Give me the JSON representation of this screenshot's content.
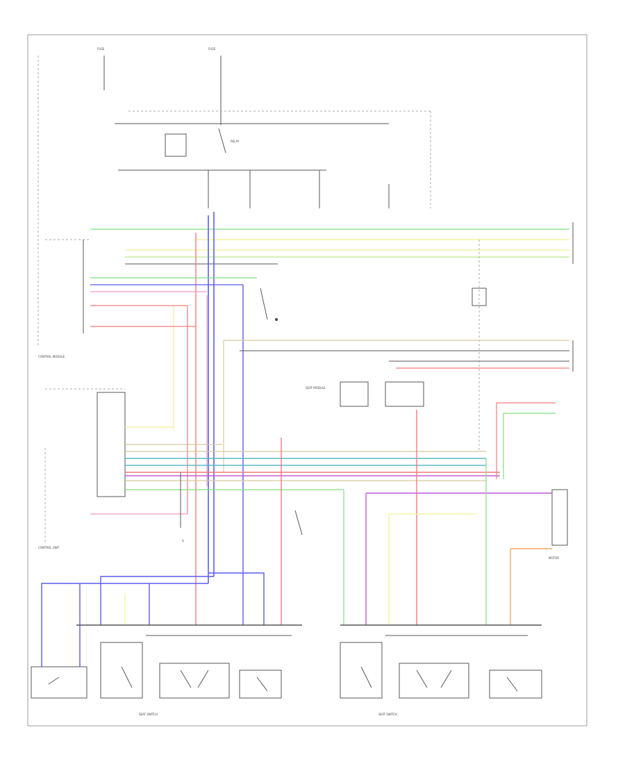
{
  "diagram": {
    "figure_id": "",
    "colors": {
      "blue": "#5b5bef",
      "yellow": "#f2ee8e",
      "green": "#7ee07e",
      "red": "#f27a7a",
      "pink": "#f29ac0",
      "tan": "#d8c79a",
      "teal": "#5ab9c8",
      "magenta": "#c05ad6",
      "orange": "#f2a85a",
      "lightgreen": "#b6ec8a",
      "black": "#555555"
    },
    "tiny_labels": {
      "fuse_a": "FUSE",
      "fuse_b": "FUSE",
      "relay": "RELAY",
      "module_main": "CONTROL MODULE",
      "module_left": "CONTROL UNIT",
      "module_right": "SEAT MODULE",
      "switch_left": "SEAT SWITCH",
      "switch_right": "SEAT SWITCH",
      "ground": "G",
      "motor": "MOTOR"
    }
  }
}
